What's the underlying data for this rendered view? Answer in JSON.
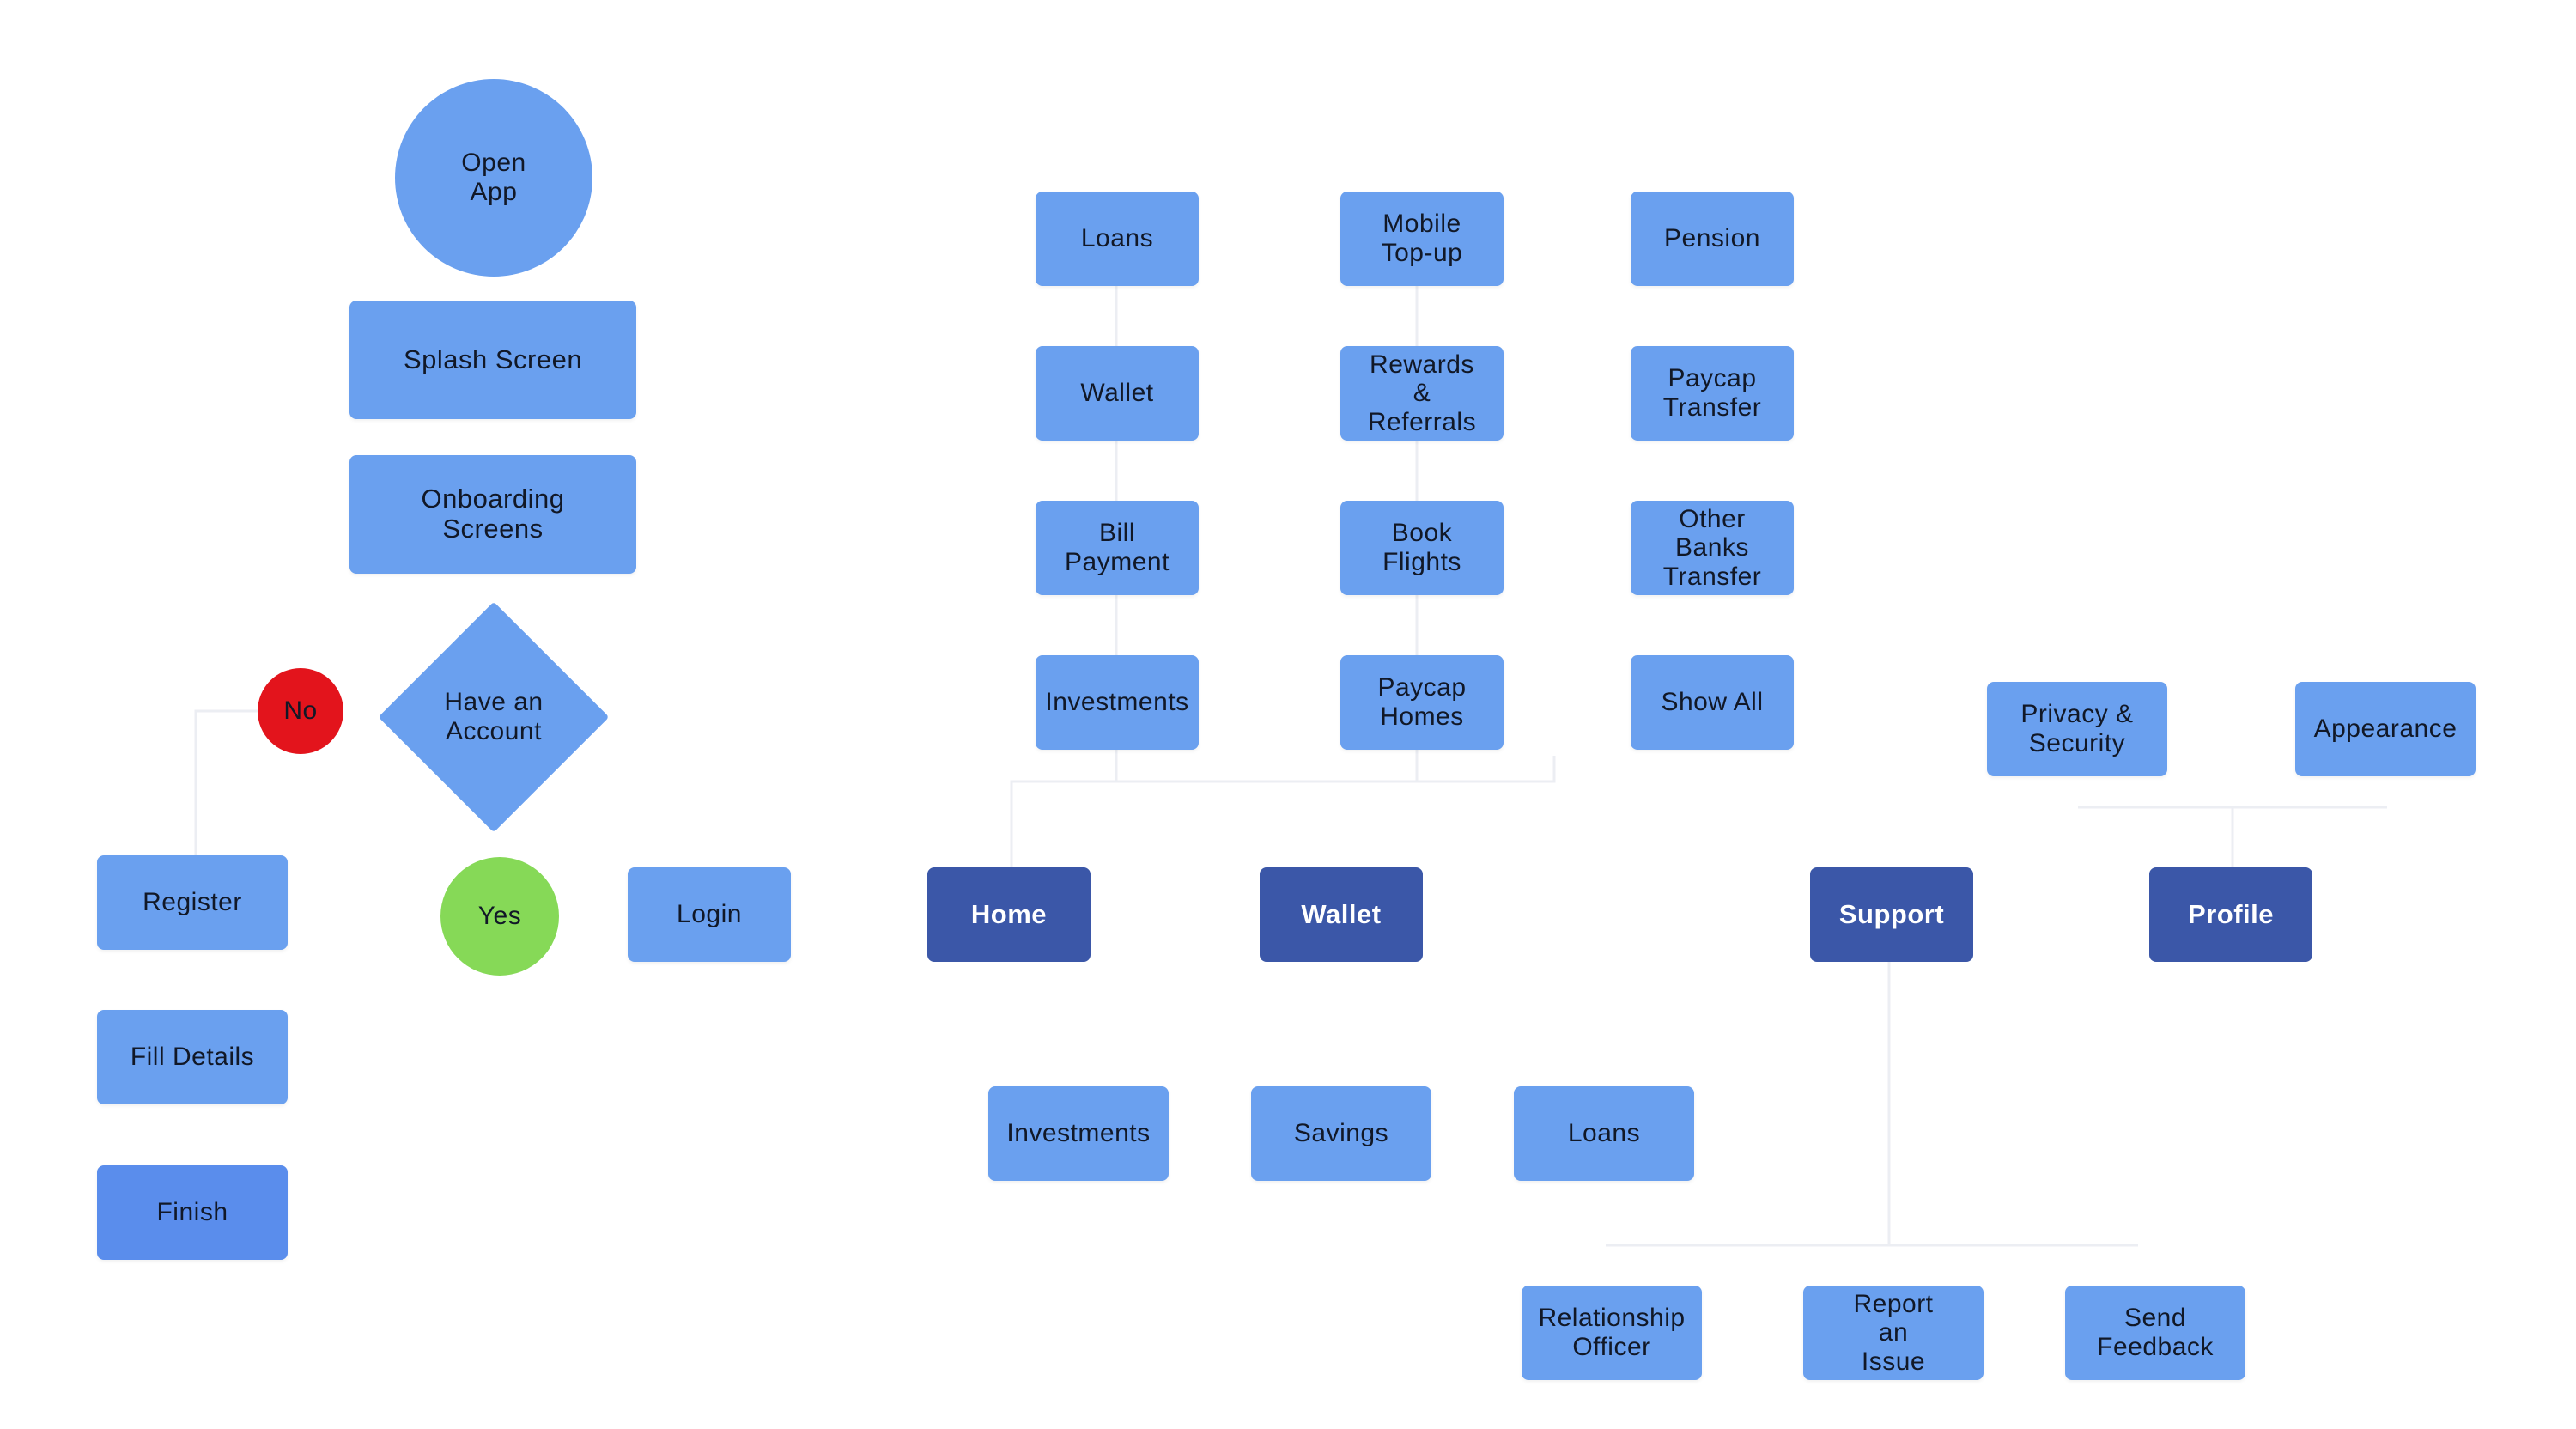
{
  "colors": {
    "node": "#6aa0ef",
    "node_dark": "#3b57a8",
    "node_finish": "#5a8dec",
    "no": "#e3141c",
    "yes": "#86d957",
    "edge": "#eceef3"
  },
  "nodes": {
    "open_app": "Open\nApp",
    "splash": "Splash Screen",
    "onboarding": "Onboarding\nScreens",
    "have_account": "Have an\nAccount",
    "no": "No",
    "yes": "Yes",
    "register": "Register",
    "fill_details": "Fill Details",
    "finish": "Finish",
    "login": "Login",
    "home": "Home",
    "wallet_tab": "Wallet",
    "support": "Support",
    "profile": "Profile",
    "home_loans": "Loans",
    "home_mobile_topup": "Mobile\nTop-up",
    "home_pension": "Pension",
    "home_wallet": "Wallet",
    "home_rewards": "Rewards\n&\nReferrals",
    "home_paycap_transfer": "Paycap\nTransfer",
    "home_bill_payment": "Bill\nPayment",
    "home_book_flights": "Book\nFlights",
    "home_other_banks": "Other\nBanks\nTransfer",
    "home_investments": "Investments",
    "home_paycap_homes": "Paycap\nHomes",
    "home_show_all": "Show All",
    "wallet_investments": "Investments",
    "wallet_savings": "Savings",
    "wallet_loans": "Loans",
    "support_relationship": "Relationship\nOfficer",
    "support_report": "Report\nan\nIssue",
    "support_feedback": "Send\nFeedback",
    "profile_privacy": "Privacy &\nSecurity",
    "profile_appearance": "Appearance"
  }
}
